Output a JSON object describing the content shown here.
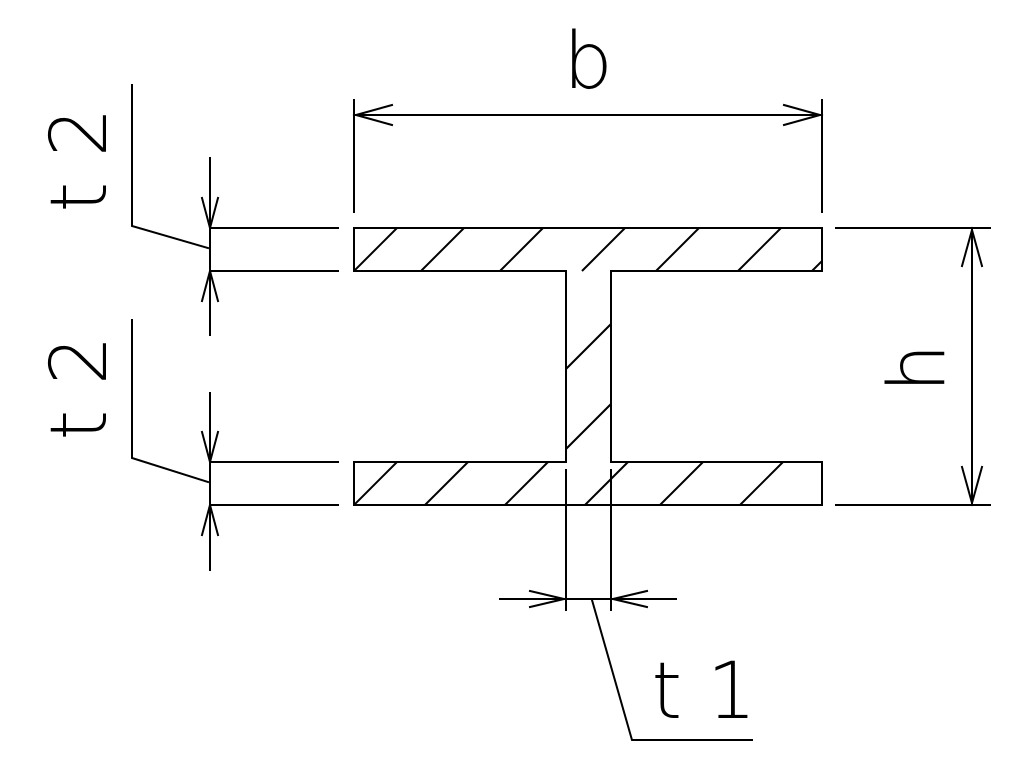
{
  "diagram": {
    "labels": {
      "b": "b",
      "h": "h",
      "t2_top": "t 2",
      "t2_bottom": "t 2",
      "t1": "t 1"
    },
    "colors": {
      "line": "#000000",
      "background": "#ffffff"
    }
  }
}
